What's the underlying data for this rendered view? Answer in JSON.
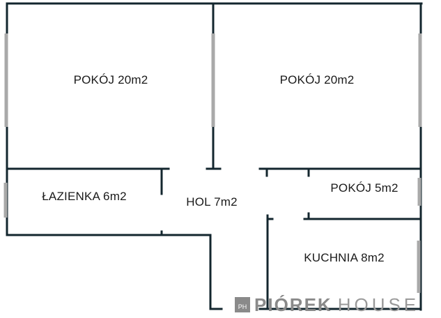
{
  "rooms": [
    {
      "id": "pokoj-1",
      "label": "POKÓJ 20m2",
      "name": "POKÓJ",
      "area": "20m2"
    },
    {
      "id": "pokoj-2",
      "label": "POKÓJ 20m2",
      "name": "POKÓJ",
      "area": "20m2"
    },
    {
      "id": "lazienka",
      "label": "ŁAZIENKA 6m2",
      "name": "ŁAZIENKA",
      "area": "6m2"
    },
    {
      "id": "hol",
      "label": "HOL 7m2",
      "name": "HOL",
      "area": "7m2"
    },
    {
      "id": "pokoj-3",
      "label": "POKÓJ 5m2",
      "name": "POKÓJ",
      "area": "5m2"
    },
    {
      "id": "kuchnia",
      "label": "KUCHNIA 8m2",
      "name": "KUCHNIA",
      "area": "8m2"
    }
  ],
  "watermark": {
    "mark": "PH",
    "bold": "PIÓREK",
    "light": "HOUSE"
  },
  "colors": {
    "wall": "#13262e",
    "window": "#a9a9a9",
    "text": "#1a1a1a",
    "watermark": "#8a8a8a"
  }
}
